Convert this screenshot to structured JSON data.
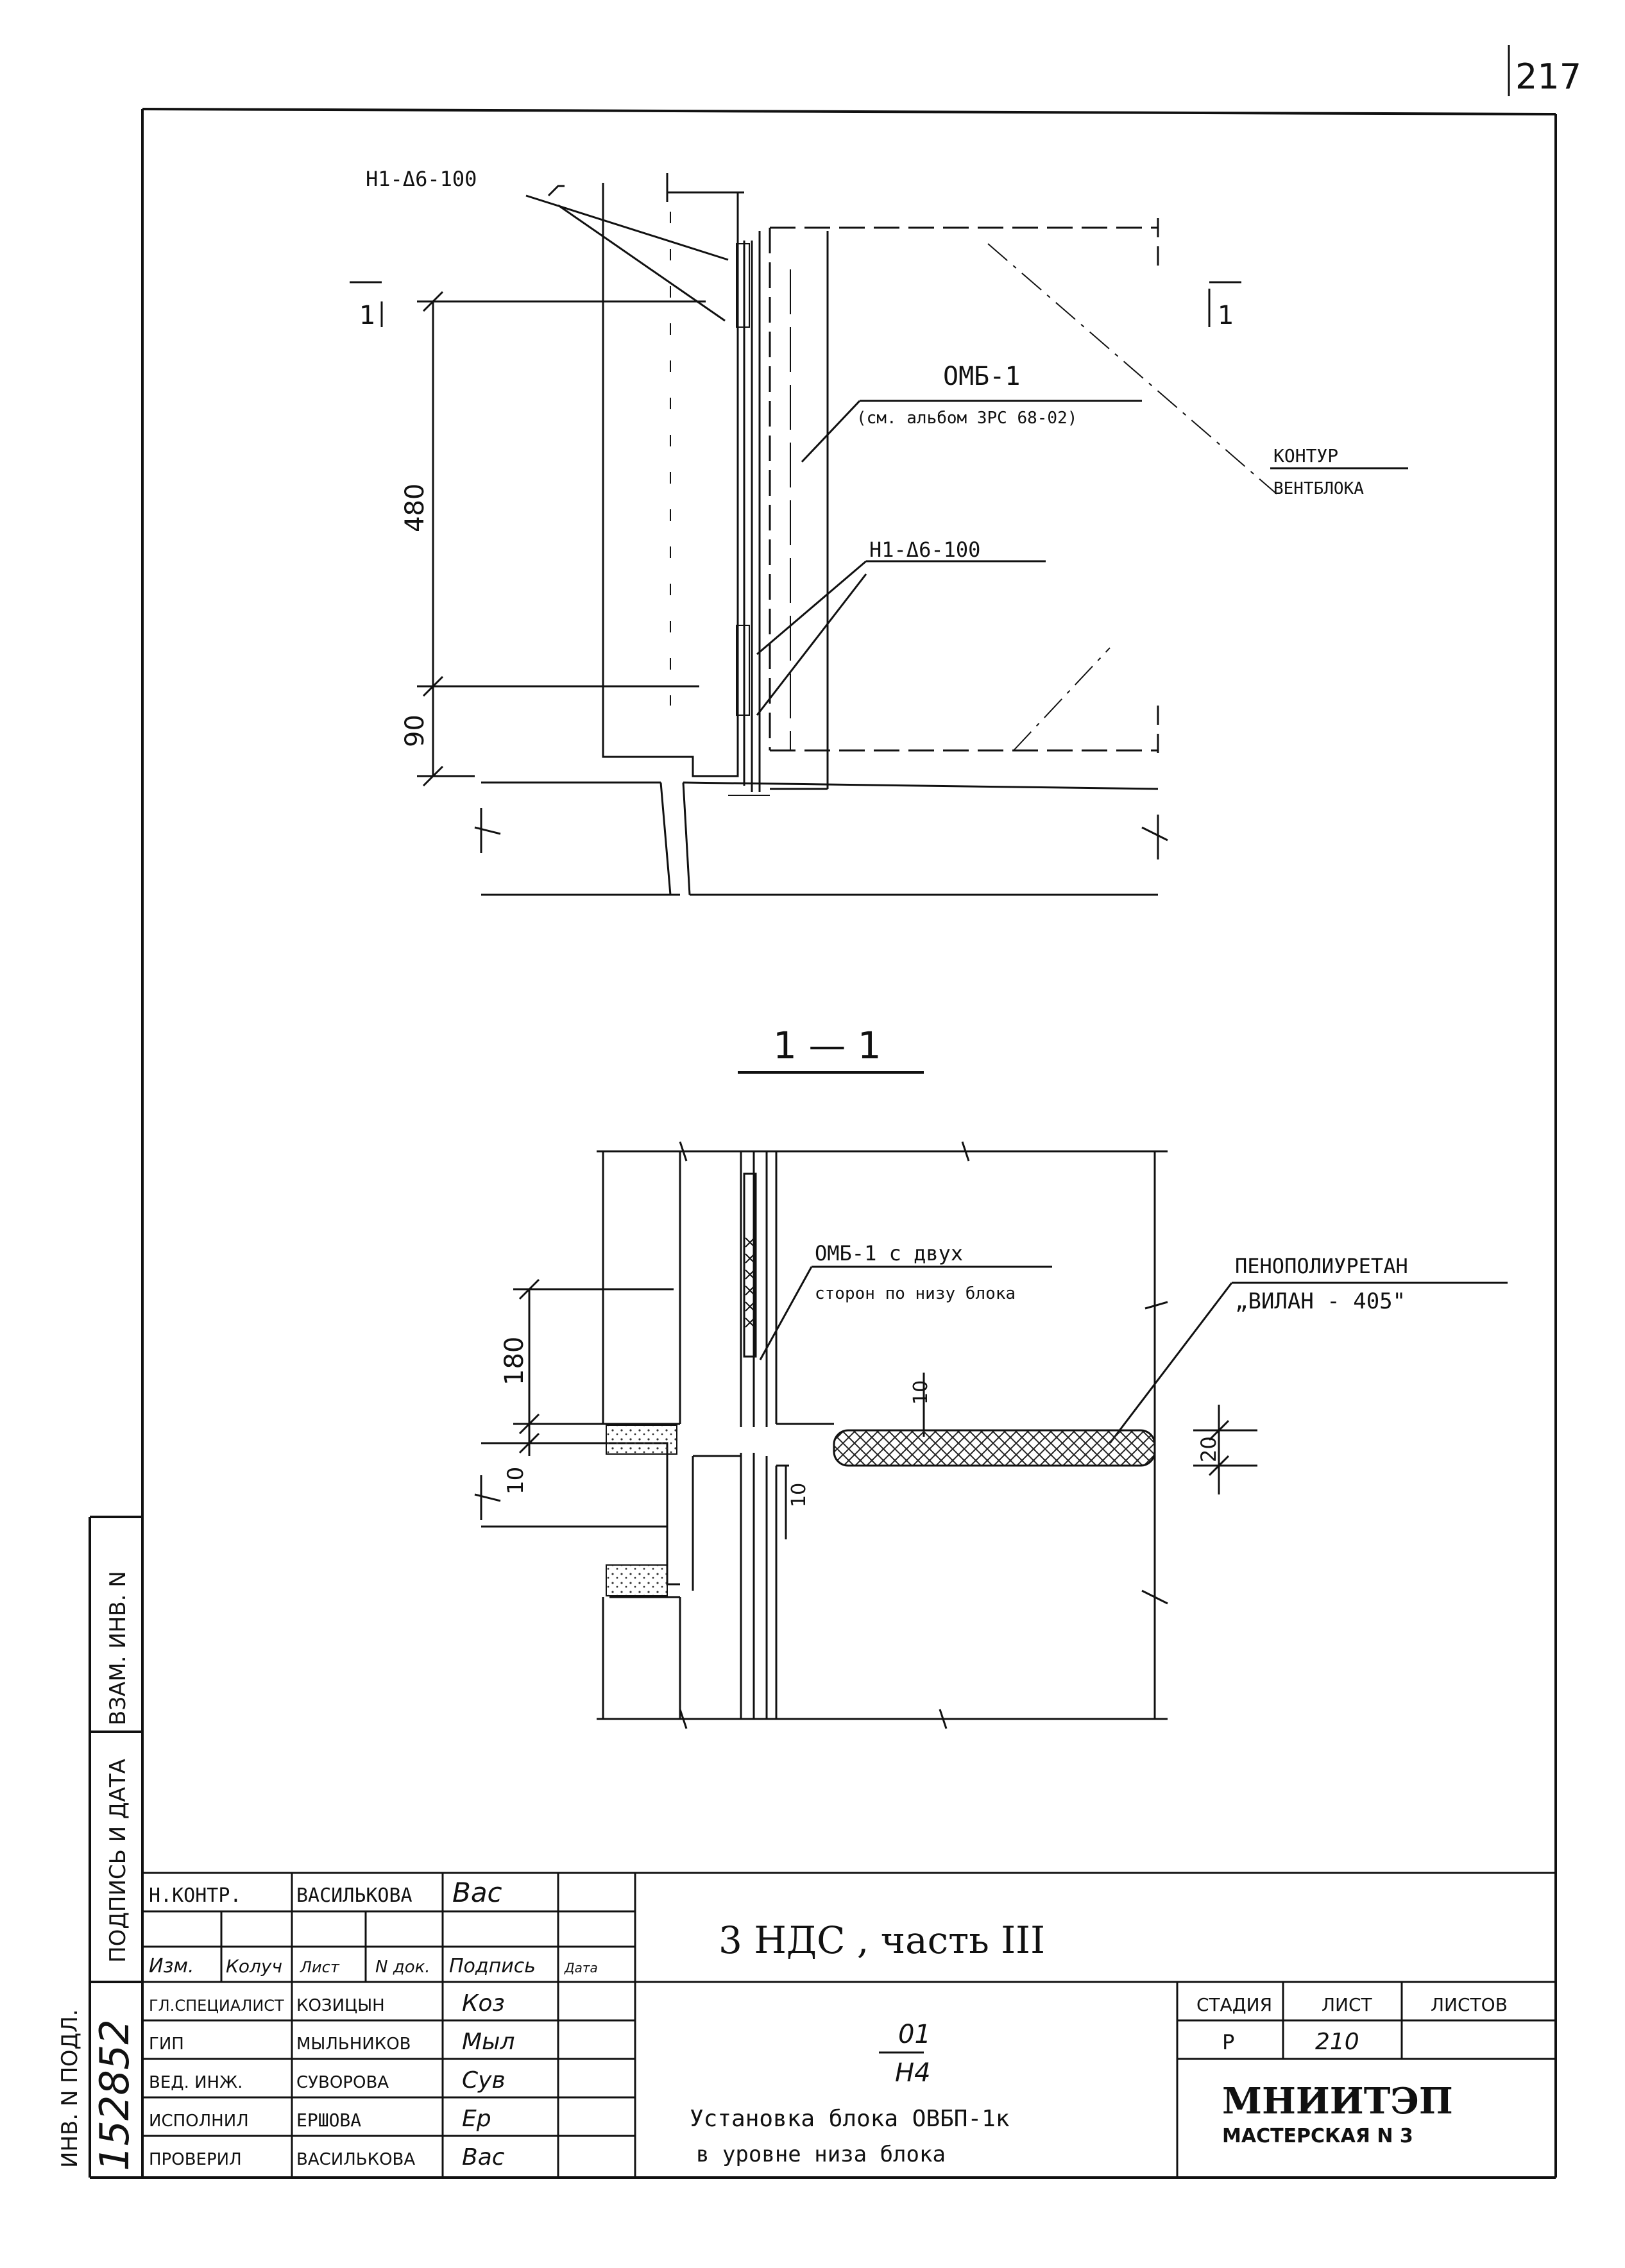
{
  "page_number": "217",
  "colors": {
    "ink": "#111111",
    "paper": "#ffffff",
    "hatch": "#222222"
  },
  "elevation": {
    "anchor_top": "Н1-Δ6-100",
    "anchor_mid": "Н1-Δ6-100",
    "panel_label": "ОМБ-1",
    "panel_ref": "(см. альбом 3РС 68-02)",
    "contour_line1": "КОНТУР",
    "contour_line2": "ВЕНТБЛОКА",
    "section_mark_left": "1",
    "section_mark_right": "1",
    "dim_480": "480",
    "dim_90": "90"
  },
  "section": {
    "title": "1 — 1",
    "omb_line1": "ОМБ-1 с двух",
    "omb_line2": "сторон по низу блока",
    "foam_line1": "ПЕНОПОЛИУРЕТАН",
    "foam_line2": "„ВИЛАН - 405\"",
    "dim_180": "180",
    "dim_10a": "10",
    "dim_10b": "10",
    "dim_10c": "10",
    "dim_20": "20"
  },
  "side_stamps": {
    "vzam": "ВЗАМ. ИНВ. N",
    "podpis": "ПОДПИСЬ И ДАТА",
    "inv": "ИНВ. N ПОДЛ.",
    "inv_number": "152852"
  },
  "title_block": {
    "project": "3 НДС , часть III",
    "code_top": "01",
    "code_bottom": "Н4",
    "description_line1": "Установка блока ОВБП-1к",
    "description_line2": "в уровне низа блока",
    "stage_header": "СТАДИЯ",
    "sheet_header": "ЛИСТ",
    "sheets_header": "ЛИСТОВ",
    "stage_value": "Р",
    "sheet_value": "210",
    "sheets_value": "",
    "org_name": "МНИИТЭП",
    "org_sub": "МАСТЕРСКАЯ N 3",
    "col_izm": "Изм.",
    "col_koluch": "Колуч",
    "col_list": "Лист",
    "col_ndok": "N док.",
    "col_podpis": "Подпись",
    "col_data": "Дата",
    "roles": [
      {
        "role": "Н.КОНТР.",
        "name": "ВАСИЛЬКОВА",
        "sign": "Вас"
      },
      {
        "role": "ГЛ.СПЕЦИАЛИСТ",
        "name": "КОЗИЦЫН",
        "sign": "Коз"
      },
      {
        "role": "ГИП",
        "name": "МЫЛЬНИКОВ",
        "sign": "Мыл"
      },
      {
        "role": "ВЕД. ИНЖ.",
        "name": "СУВОРОВА",
        "sign": "Сув"
      },
      {
        "role": "ИСПОЛНИЛ",
        "name": "ЕРШОВА",
        "sign": "Ер"
      },
      {
        "role": "ПРОВЕРИЛ",
        "name": "ВАСИЛЬКОВА",
        "sign": "Вас"
      }
    ]
  }
}
